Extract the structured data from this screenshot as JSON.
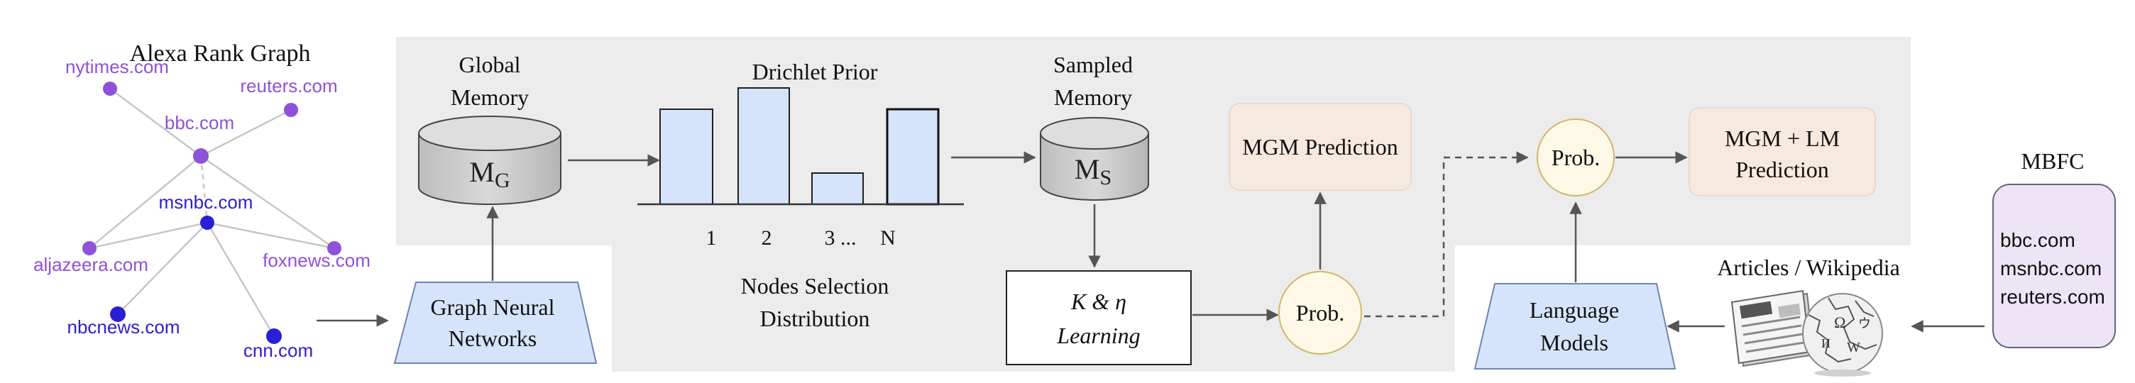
{
  "graph": {
    "title": "Alexa Rank Graph",
    "nodes": [
      {
        "id": "nytimes",
        "label": "nytimes.com",
        "color": "#8e52d9"
      },
      {
        "id": "reuters",
        "label": "reuters.com",
        "color": "#8e52d9"
      },
      {
        "id": "bbc",
        "label": "bbc.com",
        "color": "#8e52d9"
      },
      {
        "id": "msnbc",
        "label": "msnbc.com",
        "color": "#2a1fd6"
      },
      {
        "id": "aljazeera",
        "label": "aljazeera.com",
        "color": "#8e52d9"
      },
      {
        "id": "foxnews",
        "label": "foxnews.com",
        "color": "#8e52d9"
      },
      {
        "id": "nbcnews",
        "label": "nbcnews.com",
        "color": "#2a1fd6"
      },
      {
        "id": "cnn",
        "label": "cnn.com",
        "color": "#2a1fd6"
      }
    ]
  },
  "gnn": {
    "line1": "Graph Neural",
    "line2": "Networks"
  },
  "global_memory": {
    "line1": "Global",
    "line2": "Memory",
    "symbol": "M",
    "subscript": "G"
  },
  "dirichlet": {
    "title": "Drichlet Prior",
    "bars": [
      0.67,
      0.82,
      0.22,
      0.67
    ],
    "tick_labels": [
      "1",
      "2",
      "3 ...",
      "N"
    ],
    "caption_line1": "Nodes Selection",
    "caption_line2": "Distribution"
  },
  "sampled_memory": {
    "line1": "Sampled",
    "line2": "Memory",
    "symbol": "M",
    "subscript": "S"
  },
  "learning": {
    "line1": "K & η",
    "line2": "Learning"
  },
  "prob_left": {
    "label": "Prob."
  },
  "mgm_prediction": {
    "label": "MGM Prediction"
  },
  "prob_right": {
    "label": "Prob."
  },
  "mgm_lm_prediction": {
    "line1": "MGM + LM",
    "line2": "Prediction"
  },
  "language_models": {
    "line1": "Language",
    "line2": "Models"
  },
  "articles": {
    "label": "Articles / Wikipedia"
  },
  "mbfc": {
    "title": "MBFC",
    "items": [
      "bbc.com",
      "msnbc.com",
      "reuters.com"
    ]
  },
  "colors": {
    "panel": "#ececec",
    "blue_fill": "#d6e4fb",
    "blue_stroke": "#6d86b3",
    "peach_fill": "#f6e9df",
    "prob_fill": "#fdf9e6",
    "prob_stroke": "#d2b66f",
    "mbfc_fill": "#ede5f6",
    "mbfc_stroke": "#6a6278",
    "arrow": "#555555",
    "edge": "#c7c7c7"
  }
}
